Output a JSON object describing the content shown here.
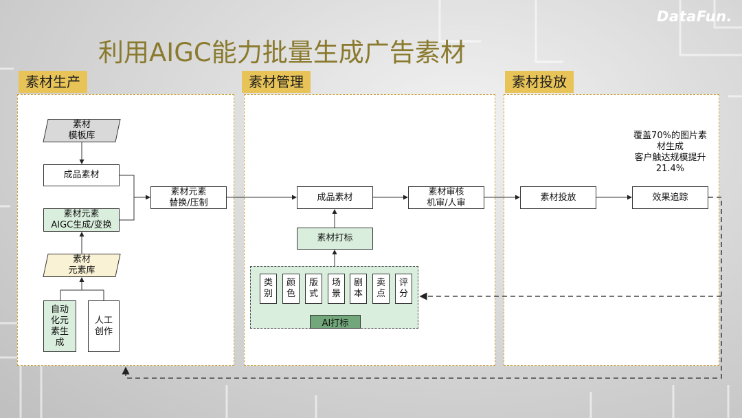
{
  "title": "利用AIGC能力批量生成广告素材",
  "logo": "DataFun.",
  "sections": {
    "production": "素材生产",
    "management": "素材管理",
    "delivery": "素材投放"
  },
  "production": {
    "template_lib": "素材\n模板库",
    "finished": "成品素材",
    "element_gen": "素材元素\nAIGC生成/变换",
    "element_lib": "素材\n元素库",
    "auto_gen": "自动\n化元\n素生\n成",
    "manual": "人工\n创作",
    "replace": "素材元素\n替换/压制"
  },
  "management": {
    "finished": "成品素材",
    "review": "素材审核\n机审/人审",
    "tagging": "素材打标",
    "ai_tags": [
      "类\n别",
      "颜\n色",
      "版\n式",
      "场\n景",
      "剧\n本",
      "卖\n点",
      "评\n分"
    ],
    "ai_label": "AI打标"
  },
  "delivery": {
    "launch": "素材投放",
    "tracking": "效果追踪",
    "callout": "覆盖70%的图片素\n材生成\n客户触达规模提升\n21.4%"
  }
}
